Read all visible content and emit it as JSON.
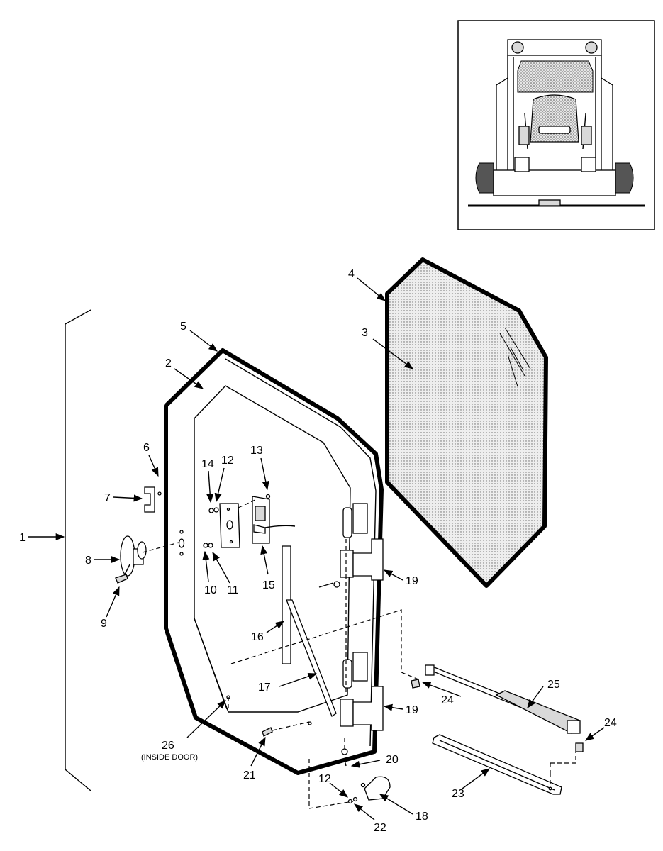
{
  "callouts": {
    "c1": "1",
    "c2": "2",
    "c3": "3",
    "c4": "4",
    "c5": "5",
    "c6": "6",
    "c7": "7",
    "c8": "8",
    "c9": "9",
    "c10": "10",
    "c11": "11",
    "c12a": "12",
    "c13": "13",
    "c14": "14",
    "c15": "15",
    "c16": "16",
    "c17": "17",
    "c18": "18",
    "c19a": "19",
    "c19b": "19",
    "c20": "20",
    "c21": "21",
    "c22": "22",
    "c23": "23",
    "c24a": "24",
    "c24b": "24",
    "c25": "25",
    "c26": "26",
    "c12b": "12"
  },
  "notes": {
    "inside_door": "(INSIDE DOOR)"
  },
  "colors": {
    "line": "#000000",
    "glass_fill": "#d4d4d4",
    "background": "#ffffff"
  }
}
